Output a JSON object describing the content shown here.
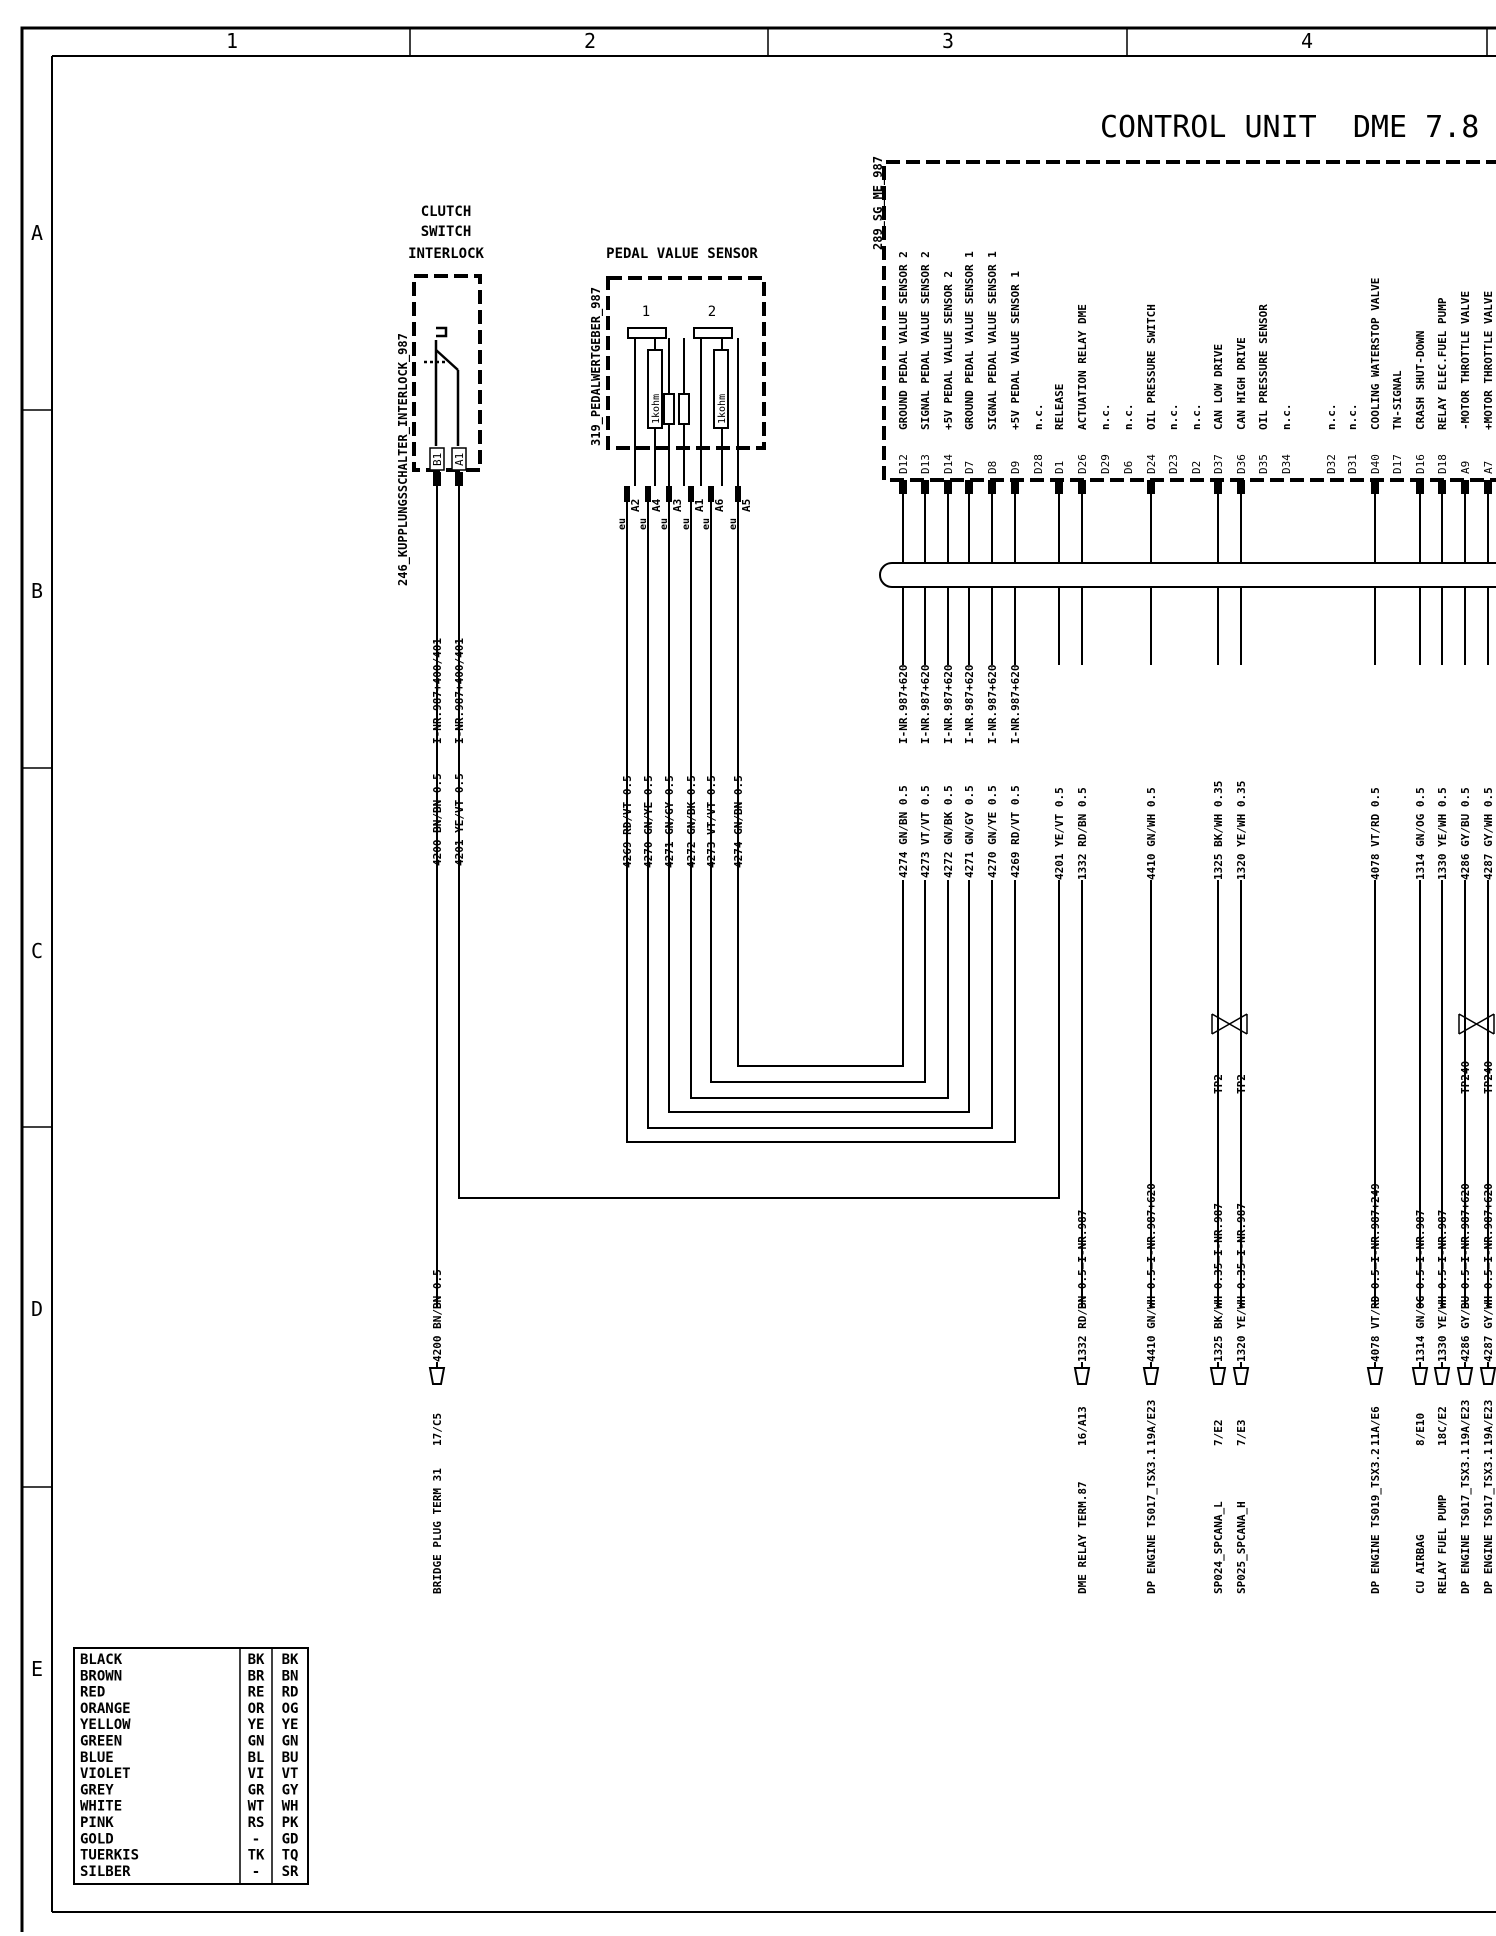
{
  "columns": [
    "1",
    "2",
    "3",
    "4"
  ],
  "rows": [
    "A",
    "B",
    "C",
    "D",
    "E"
  ],
  "title": "CONTROL UNIT  DME 7.8",
  "dme_code": "289_SG_ME_987",
  "clutch": {
    "title_lines": [
      "CLUTCH",
      "SWITCH",
      "INTERLOCK"
    ],
    "code": "246_KUPPLUNGSSCHALTER_INTERLOCK_987",
    "pins": [
      "B1",
      "A1"
    ],
    "wire_tags": [
      "I-NR.987+400/401",
      "I-NR.987+400/401"
    ],
    "wire_labels": [
      "4200 BN/BN 0.5",
      "4201 YE/VT 0.5"
    ]
  },
  "pedal": {
    "title": "PEDAL VALUE SENSOR",
    "code": "319_PEDALWERTGEBER_987",
    "elements": [
      "1",
      "2"
    ],
    "resistor_value": "1kohm",
    "pins": [
      "A2",
      "A4",
      "A3",
      "A1",
      "A6",
      "A5"
    ],
    "pin_marker": "eu",
    "wire_labels": [
      "4269 RD/VT 0.5",
      "4270 GN/YE 0.5",
      "4271 GN/GY 0.5",
      "4272 GN/BK 0.5",
      "4273 VT/VT 0.5",
      "4274 GN/BN 0.5"
    ]
  },
  "dme_pins": [
    {
      "pin": "D12",
      "func": "GROUND PEDAL  VALUE  SENSOR  2",
      "tag": "I-NR.987+620",
      "wire": "4274  GN/BN  0.5"
    },
    {
      "pin": "D13",
      "func": "SIGNAL PEDAL  VALUE  SENSOR  2",
      "tag": "I-NR.987+620",
      "wire": "4273  VT/VT  0.5"
    },
    {
      "pin": "D14",
      "func": "+5V    PEDAL  VALUE  SENSOR  2",
      "tag": "I-NR.987+620",
      "wire": "4272  GN/BK  0.5"
    },
    {
      "pin": "D7",
      "func": "GROUND PEDAL  VALUE  SENSOR  1",
      "tag": "I-NR.987+620",
      "wire": "4271  GN/GY  0.5"
    },
    {
      "pin": "D8",
      "func": "SIGNAL PEDAL  VALUE  SENSOR  1",
      "tag": "I-NR.987+620",
      "wire": "4270  GN/YE  0.5"
    },
    {
      "pin": "D9",
      "func": "+5V    PEDAL  VALUE  SENSOR  1",
      "tag": "I-NR.987+620",
      "wire": "4269  RD/VT  0.5"
    },
    {
      "pin": "D28",
      "func": "n.c."
    },
    {
      "pin": "D1",
      "func": "RELEASE",
      "wire": "4201  YE/VT  0.5"
    },
    {
      "pin": "D26",
      "func": "ACTUATION  RELAY  DME",
      "wire": "1332  RD/BN  0.5"
    },
    {
      "pin": "D29",
      "func": "n.c."
    },
    {
      "pin": "D6",
      "func": "n.c."
    },
    {
      "pin": "D24",
      "func": "OIL  PRESSURE  SWITCH",
      "wire": "4410  GN/WH  0.5"
    },
    {
      "pin": "D23",
      "func": "n.c."
    },
    {
      "pin": "D2",
      "func": "n.c."
    },
    {
      "pin": "D37",
      "func": "CAN  LOW  DRIVE",
      "wire": "1325  BK/WH  0.35"
    },
    {
      "pin": "D36",
      "func": "CAN  HIGH  DRIVE",
      "wire": "1320  YE/WH  0.35"
    },
    {
      "pin": "D35",
      "func": "OIL  PRESSURE  SENSOR"
    },
    {
      "pin": "D34",
      "func": "n.c."
    },
    {
      "pin": "D32",
      "func": "n.c."
    },
    {
      "pin": "D31",
      "func": "n.c."
    },
    {
      "pin": "D40",
      "func": "COOLING  WATERSTOP  VALVE",
      "wire": "4078  VT/RD  0.5"
    },
    {
      "pin": "D17",
      "func": "TN-SIGNAL"
    },
    {
      "pin": "D16",
      "func": "CRASH  SHUT-DOWN",
      "wire": "1314  GN/OG  0.5"
    },
    {
      "pin": "D18",
      "func": "RELAY  ELEC.FUEL  PUMP",
      "wire": "1330  YE/WH  0.5"
    },
    {
      "pin": "A9",
      "func": "-MOTOR  THROTTLE  VALVE",
      "wire": "4286  GY/BU  0.5"
    },
    {
      "pin": "A7",
      "func": "+MOTOR  THROTTLE  VALVE",
      "wire": "4287  GY/WH  0.5"
    }
  ],
  "twist_labels": [
    "TP2",
    "TP2",
    "TP240",
    "TP240"
  ],
  "lower_wires": [
    {
      "label": "4200  BN/BN  0.5",
      "ref": "17/C5",
      "dest": "BRIDGE  PLUG  TERM  31"
    },
    {
      "label": "1332  RD/BN  0.5—I-NR.987",
      "ref": "16/A13",
      "dest": "DME  RELAY  TERM.87"
    },
    {
      "label": "4410  GN/WH  0.5—I-NR.987+620",
      "ref": "19A/E23",
      "dest": "DP  ENGINE  TS017_TSX3.1"
    },
    {
      "label": "1325  BK/WH  0.35—I-NR.987",
      "ref": "7/E2",
      "dest": "SP024_SPCANA_L"
    },
    {
      "label": "1320  YE/WH  0.35—I-NR.987",
      "ref": "7/E3",
      "dest": "SP025_SPCANA_H"
    },
    {
      "label": "4078  VT/RD  0.5—I-NR.987+249",
      "ref": "11A/E6",
      "dest": "DP  ENGINE  TS019_TSX3.2"
    },
    {
      "label": "1314  GN/OG  0.5—I-NR.987",
      "ref": "8/E10",
      "dest": "CU  AIRBAG"
    },
    {
      "label": "1330  YE/WH  0.5—I-NR.987",
      "ref": "18C/E2",
      "dest": "RELAY  FUEL  PUMP"
    },
    {
      "label": "4286  GY/BU  0.5—I-NR.987+620",
      "ref": "19A/E23",
      "dest": "DP  ENGINE  TS017_TSX3.1"
    },
    {
      "label": "4287  GY/WH  0.5—I-NR.987+620",
      "ref": "19A/E23",
      "dest": "DP  ENGINE  TS017_TSX3.1"
    }
  ],
  "legend": [
    [
      "BLACK",
      "BK",
      "BK"
    ],
    [
      "BROWN",
      "BR",
      "BN"
    ],
    [
      "RED",
      "RE",
      "RD"
    ],
    [
      "ORANGE",
      "OR",
      "OG"
    ],
    [
      "YELLOW",
      "YE",
      "YE"
    ],
    [
      "GREEN",
      "GN",
      "GN"
    ],
    [
      "BLUE",
      "BL",
      "BU"
    ],
    [
      "VIOLET",
      "VI",
      "VT"
    ],
    [
      "GREY",
      "GR",
      "GY"
    ],
    [
      "WHITE",
      "WT",
      "WH"
    ],
    [
      "PINK",
      "RS",
      "PK"
    ],
    [
      "GOLD",
      "-",
      "GD"
    ],
    [
      "TUERKIS",
      "TK",
      "TQ"
    ],
    [
      "SILBER",
      "-",
      "SR"
    ]
  ]
}
